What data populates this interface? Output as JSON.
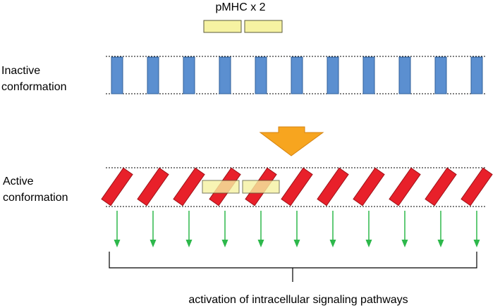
{
  "labels": {
    "pmhc": "pMHC x 2",
    "inactive_line1": "Inactive",
    "inactive_line2": "conformation",
    "active_line1": "Active",
    "active_line2": "conformation",
    "output": "activation of intracellular signaling pathways"
  },
  "receptor_count": 11,
  "pmhc_count": 2,
  "colors": {
    "inactive_receptor": "#5b8fd0",
    "inactive_receptor_stroke": "#2f5f9a",
    "active_receptor": "#e8202a",
    "active_receptor_stroke": "#9e1218",
    "pmhc": "#f6f2a2",
    "pmhc_stroke": "#5a5a3a",
    "transition_arrow": "#f7a51f",
    "transition_arrow_stroke": "#d48310",
    "signal_arrow": "#2db84b",
    "membrane_line": "#000000",
    "bracket": "#000000"
  }
}
